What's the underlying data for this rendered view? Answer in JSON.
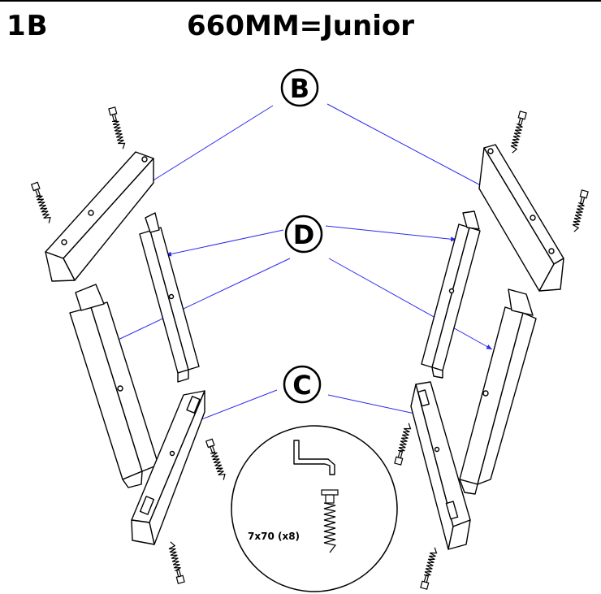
{
  "header": {
    "step": "1B",
    "title": "660MM=Junior"
  },
  "callouts": {
    "b": "B",
    "d": "D",
    "c": "C"
  },
  "hardware": {
    "screw_spec": "7x70 (x8)",
    "items": [
      "allen-key",
      "screw"
    ]
  },
  "colors": {
    "arrow": "#2a2af0",
    "line": "#000000"
  }
}
